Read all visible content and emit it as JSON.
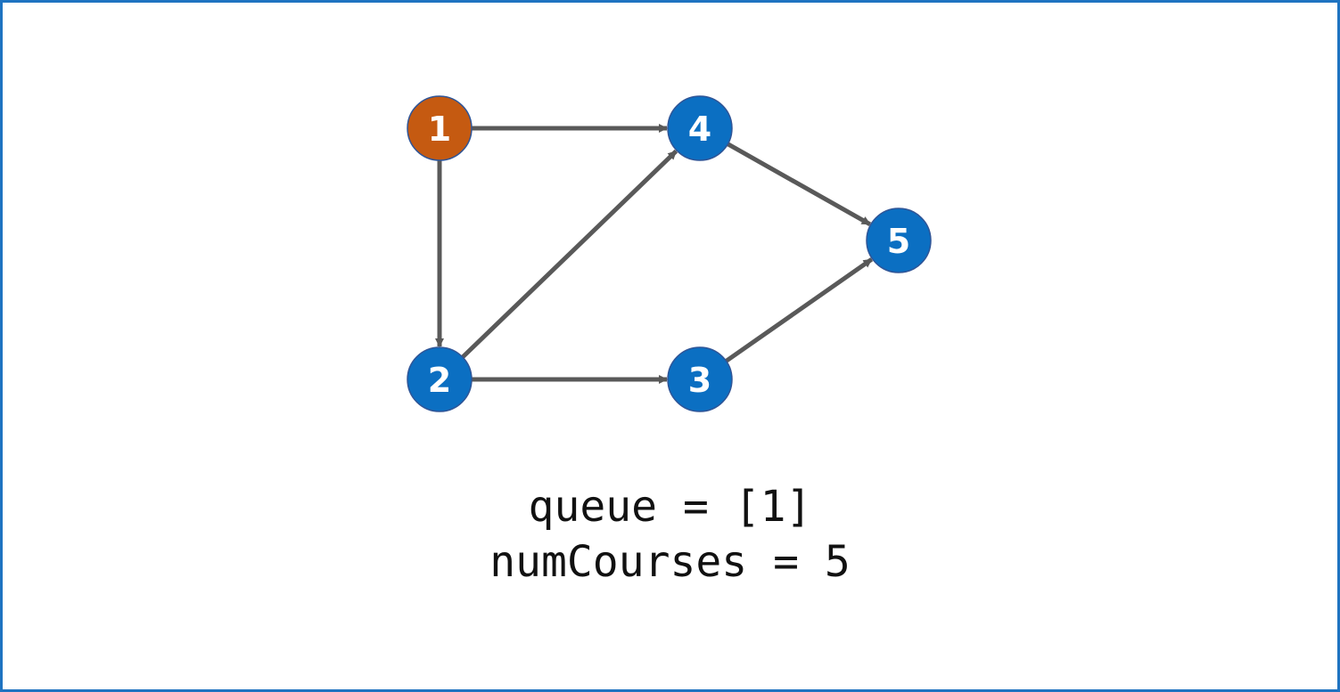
{
  "colors": {
    "frame_border": "#1f73c1",
    "node_default": "#0b6fc2",
    "node_active": "#c55a11",
    "node_stroke": "#2f5597",
    "edge": "#595959"
  },
  "graph": {
    "nodes": [
      {
        "id": "1",
        "label": "1",
        "state": "active"
      },
      {
        "id": "2",
        "label": "2",
        "state": "default"
      },
      {
        "id": "3",
        "label": "3",
        "state": "default"
      },
      {
        "id": "4",
        "label": "4",
        "state": "default"
      },
      {
        "id": "5",
        "label": "5",
        "state": "default"
      }
    ],
    "edges": [
      {
        "from": "1",
        "to": "4"
      },
      {
        "from": "1",
        "to": "2"
      },
      {
        "from": "2",
        "to": "4"
      },
      {
        "from": "2",
        "to": "3"
      },
      {
        "from": "4",
        "to": "5"
      },
      {
        "from": "3",
        "to": "5"
      }
    ]
  },
  "caption": {
    "line1": "queue = [1]",
    "line2": "numCourses = 5"
  }
}
